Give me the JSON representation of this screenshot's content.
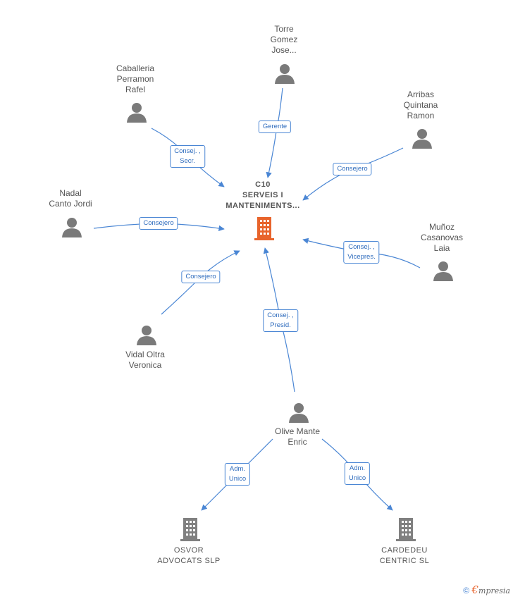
{
  "center": {
    "lines": [
      "C10",
      "SERVEIS I",
      "MANTENIMENTS..."
    ]
  },
  "people": {
    "torre": {
      "lines": [
        "Torre",
        "Gomez",
        "Jose..."
      ]
    },
    "caballeria": {
      "lines": [
        "Caballeria",
        "Perramon",
        "Rafel"
      ]
    },
    "arribas": {
      "lines": [
        "Arribas",
        "Quintana",
        "Ramon"
      ]
    },
    "nadal": {
      "lines": [
        "Nadal",
        "Canto Jordi"
      ]
    },
    "munoz": {
      "lines": [
        "Muñoz",
        "Casanovas",
        "Laia"
      ]
    },
    "vidal": {
      "lines": [
        "Vidal Oltra",
        "Veronica"
      ]
    },
    "olive": {
      "lines": [
        "Olive Mante",
        "Enric"
      ]
    }
  },
  "companies": {
    "osvor": {
      "lines": [
        "OSVOR",
        "ADVOCATS SLP"
      ]
    },
    "cardedeu": {
      "lines": [
        "CARDEDEU",
        "CENTRIC SL"
      ]
    }
  },
  "edges": {
    "torre": {
      "lines": [
        "Gerente"
      ]
    },
    "caballeria": {
      "lines": [
        "Consej. ,",
        "Secr."
      ]
    },
    "arribas": {
      "lines": [
        "Consejero"
      ]
    },
    "nadal": {
      "lines": [
        "Consejero"
      ]
    },
    "munoz": {
      "lines": [
        "Consej. ,",
        "Vicepres."
      ]
    },
    "vidal": {
      "lines": [
        "Consejero"
      ]
    },
    "olive": {
      "lines": [
        "Consej. ,",
        "Presid."
      ]
    },
    "osvor": {
      "lines": [
        "Adm.",
        "Unico"
      ]
    },
    "cardedeu": {
      "lines": [
        "Adm.",
        "Unico"
      ]
    }
  },
  "footer": {
    "copyright": "©",
    "brand_initial": "€",
    "brand_rest": "mpresia"
  },
  "colors": {
    "edge": "#4a86d4",
    "person": "#7a7a7a",
    "center_company": "#e8642c",
    "company": "#808080"
  }
}
